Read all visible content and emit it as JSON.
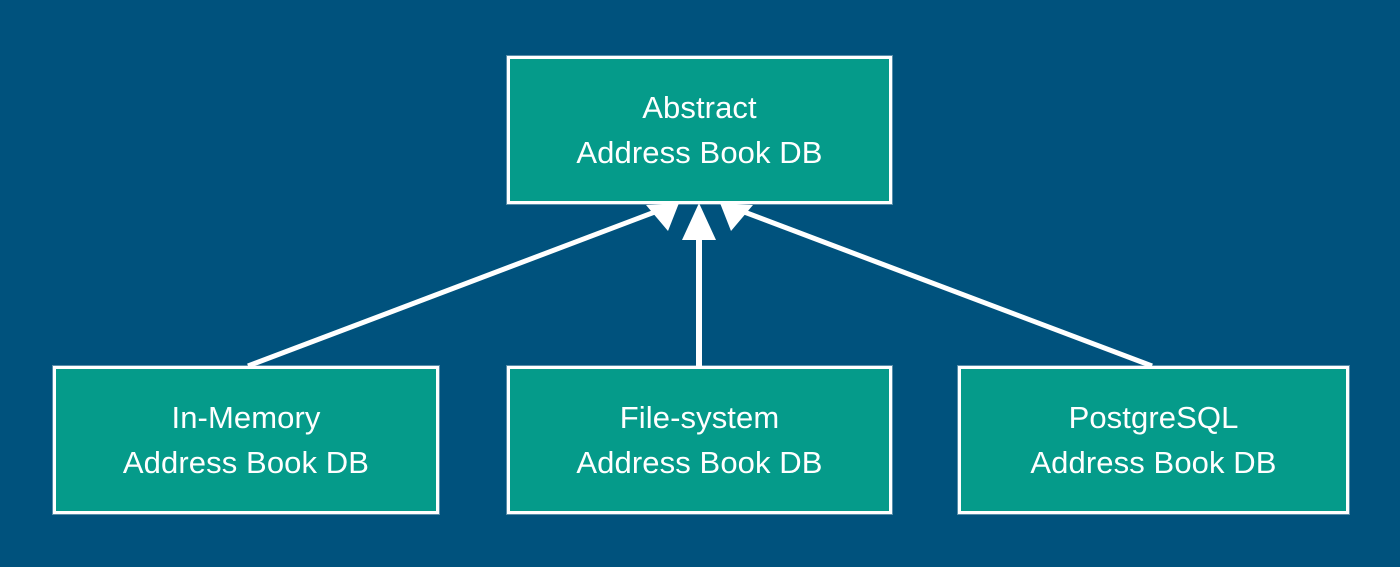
{
  "diagram": {
    "title": "Abstract Address Book DB class hierarchy",
    "type": "uml-class-inheritance",
    "background_color": "#00527d",
    "box_fill_color": "#059b8a",
    "box_border_color": "#ffffff",
    "connector_color": "#ffffff",
    "text_color": "#ffffff",
    "nodes": [
      {
        "id": "abstract",
        "role": "base-class",
        "line1": "Abstract",
        "line2": "Address Book DB"
      },
      {
        "id": "inmemory",
        "role": "derived-class",
        "line1": "In-Memory",
        "line2": "Address Book DB"
      },
      {
        "id": "filesystem",
        "role": "derived-class",
        "line1": "File-system",
        "line2": "Address Book DB"
      },
      {
        "id": "postgres",
        "role": "derived-class",
        "line1": "PostgreSQL",
        "line2": "Address Book DB"
      }
    ],
    "edges": [
      {
        "id": "edge-inmemory",
        "from": "inmemory",
        "to": "abstract",
        "kind": "generalization",
        "arrow": "filled-triangle"
      },
      {
        "id": "edge-filesystem",
        "from": "filesystem",
        "to": "abstract",
        "kind": "generalization",
        "arrow": "filled-triangle"
      },
      {
        "id": "edge-postgres",
        "from": "postgres",
        "to": "abstract",
        "kind": "generalization",
        "arrow": "filled-triangle"
      }
    ]
  }
}
